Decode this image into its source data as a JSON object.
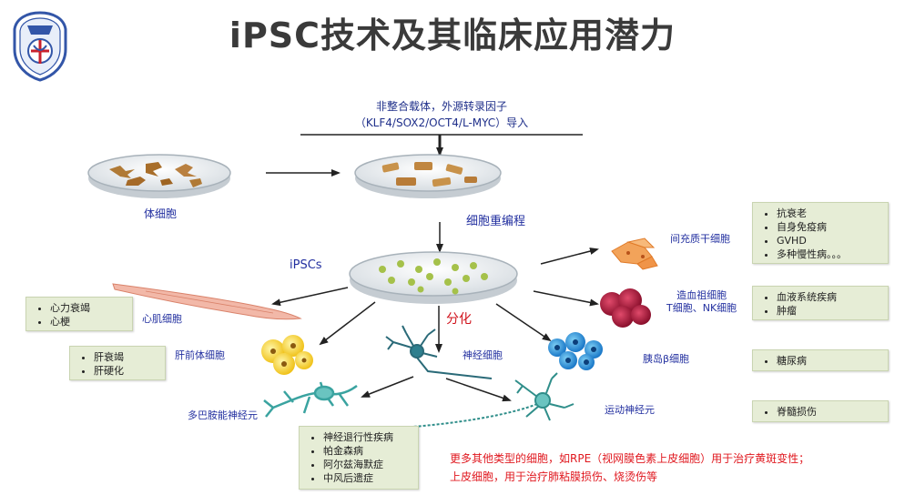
{
  "title": "iPSC技术及其临床应用潜力",
  "top_note": {
    "line1": "非整合载体，外源转录因子",
    "line2": "（KLF4/SOX2/OCT4/L-MYC）导入"
  },
  "labels": {
    "somatic": "体细胞",
    "reprogramming": "细胞重编程",
    "ipscs": "iPSCs",
    "differentiation": "分化",
    "msc": "间充质干细胞",
    "hsc_line1": "造血祖细胞",
    "hsc_line2": "T细胞、NK细胞",
    "islet": "胰岛β细胞",
    "cardio": "心肌细胞",
    "hepato": "肝前体细胞",
    "neural": "神经细胞",
    "dopa": "多巴胺能神经元",
    "motor": "运动神经元"
  },
  "boxes": {
    "msc": [
      "抗衰老",
      "自身免疫病",
      "GVHD",
      "多种慢性病。。。"
    ],
    "hsc": [
      "血液系统疾病",
      "肿瘤"
    ],
    "islet": [
      "糖尿病"
    ],
    "motor": [
      "脊髓损伤"
    ],
    "cardio": [
      "心力衰竭",
      "心梗"
    ],
    "hepato": [
      "肝衰竭",
      "肝硬化"
    ],
    "neural": [
      "神经退行性疾病",
      "帕金森病",
      "阿尔兹海默症",
      "中风后遗症"
    ]
  },
  "bottom_note": {
    "line1": "更多其他类型的细胞，如RPE（视网膜色素上皮细胞）用于治疗黄斑变性；",
    "line2": "上皮细胞，用于治疗肺粘膜损伤、烧烫伤等"
  },
  "colors": {
    "title": "#3a3a3a",
    "label_blue": "#2330a0",
    "accent_red": "#d0121b",
    "box_bg": "#e6edd6"
  }
}
